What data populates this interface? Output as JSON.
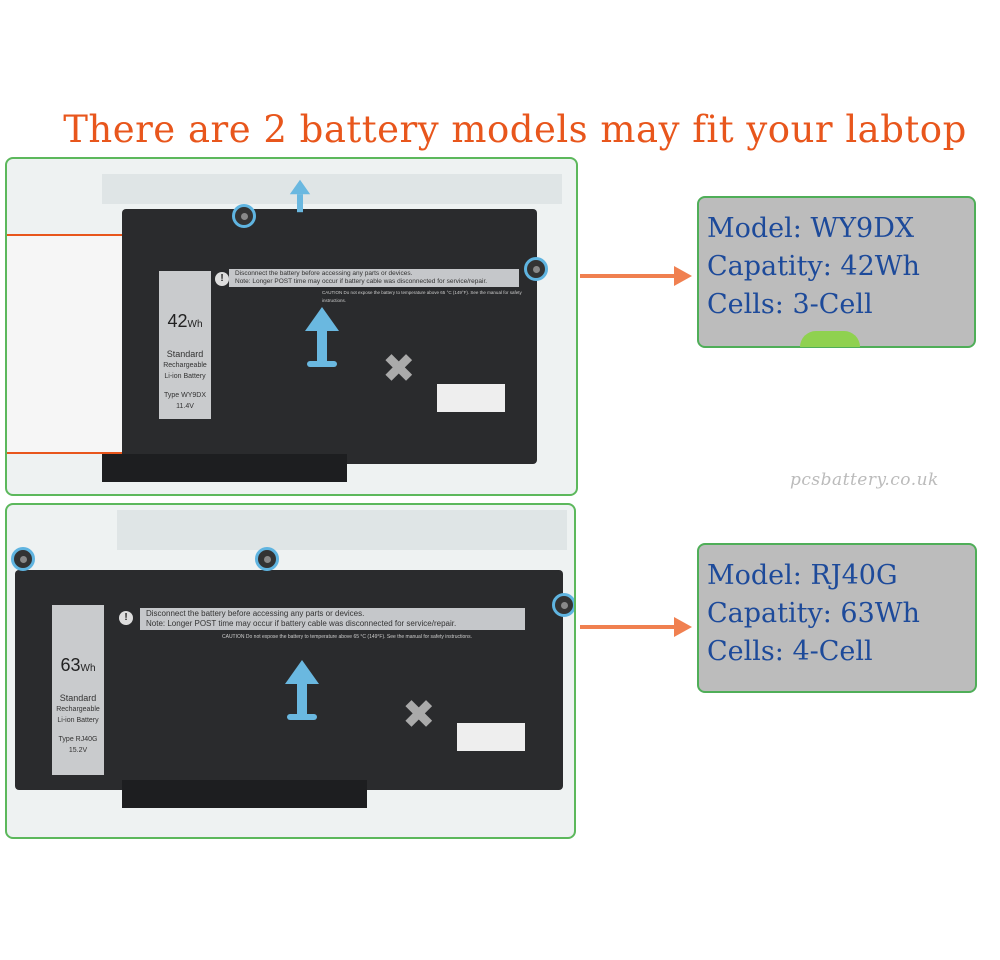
{
  "title": "There are 2 battery models may fit your labtop",
  "watermark": "pcsbattery.co.uk",
  "batteries": [
    {
      "capacity_label": "42",
      "capacity_unit": "Wh",
      "standard": "Standard",
      "type_desc": "Rechargeable Li-ion Battery",
      "type": "Type WY9DX",
      "voltage": "11.4V",
      "warning_1": "Disconnect the battery before accessing any parts or devices.",
      "warning_2": "Note: Longer POST time may occur if battery cable was disconnected for service/repair.",
      "caution": "CAUTION Do not expose the battery to temperature above 65 °C (149°F). See the manual for safety instructions.",
      "info": {
        "model": "Model: WY9DX",
        "capacity": "Capatity: 42Wh",
        "cells": "Cells: 3-Cell"
      }
    },
    {
      "capacity_label": "63",
      "capacity_unit": "Wh",
      "standard": "Standard",
      "type_desc": "Rechargeable Li-ion Battery",
      "type": "Type RJ40G",
      "voltage": "15.2V",
      "warning_1": "Disconnect the battery before accessing any parts or devices.",
      "warning_2": "Note: Longer POST time may occur if battery cable was disconnected for service/repair.",
      "caution": "CAUTION Do not expose the battery to temperature above 65 °C (149°F). See the manual for safety instructions.",
      "info": {
        "model": "Model: RJ40G",
        "capacity": "Capatity: 63Wh",
        "cells": "Cells: 4-Cell"
      }
    }
  ]
}
